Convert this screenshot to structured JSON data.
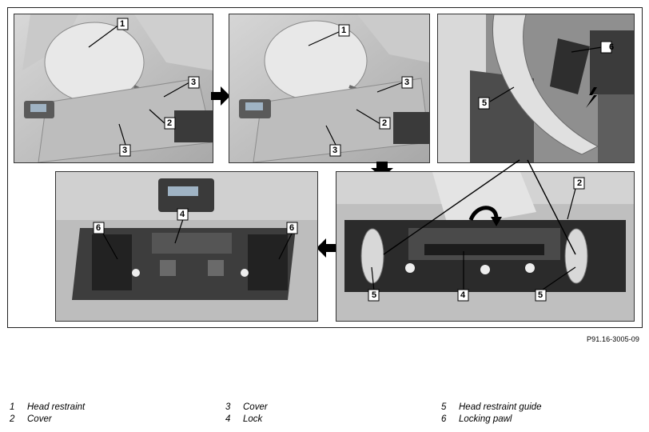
{
  "reference": "P91.16-3005-09",
  "legend": [
    {
      "num": "1",
      "text": "Head restraint"
    },
    {
      "num": "2",
      "text": "Cover"
    },
    {
      "num": "3",
      "text": "Cover"
    },
    {
      "num": "4",
      "text": "Lock"
    },
    {
      "num": "5",
      "text": "Head restraint guide"
    },
    {
      "num": "6",
      "text": "Locking pawl"
    }
  ],
  "callouts": {
    "p1": [
      "1",
      "3",
      "2",
      "3"
    ],
    "p2": [
      "1",
      "3",
      "2",
      "3"
    ],
    "p3": [
      "6",
      "5"
    ],
    "p4": [
      "2",
      "5",
      "4",
      "5"
    ],
    "p5": [
      "4",
      "6",
      "6"
    ]
  }
}
